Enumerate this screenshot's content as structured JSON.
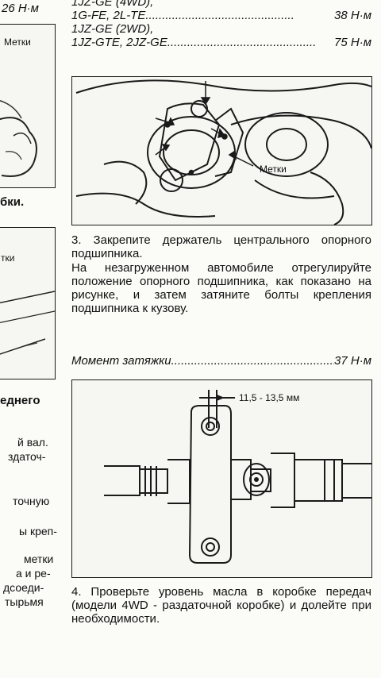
{
  "left_column": {
    "top_value": "26 Н·м",
    "fig1_label": "Метки",
    "heading_fragment": "бки.",
    "fig2_label": "тки",
    "heading_fragment2": "еднего",
    "frag_lines": [
      "й вал.",
      "здаточ-",
      "точную",
      "ы креп-",
      "метки",
      "а и ре-",
      "дсоеди-",
      "тырьмя"
    ]
  },
  "torque_specs": [
    {
      "model": "1JZ-GE (4WD),",
      "dots": "",
      "value": ""
    },
    {
      "model": "1G-FE, 2L-TE",
      "dots": ".............................................",
      "value": "38 Н·м"
    },
    {
      "model": "1JZ-GE (2WD),",
      "dots": "",
      "value": ""
    },
    {
      "model": "1JZ-GTE, 2JZ-GE",
      "dots": ".............................................",
      "value": "75 Н·м"
    }
  ],
  "figure_top_label": "Метки",
  "step3": {
    "title": "3. Закрепите держатель центрального опорного подшипника.",
    "body": "На незагруженном автомобиле отрегулируйте положение опорного подшипника, как показано на рисунке, и затем затяните болты крепления подшипника к кузову.",
    "torque_label": "Момент затяжки",
    "torque_dots": "..................................................",
    "torque_value": "37 Н·м"
  },
  "figure_bearing_label": "11,5 - 13,5 мм",
  "step4": {
    "text": "4. Проверьте уровень масла в коробке передач (модели 4WD - раздаточной коробке) и долейте при необходимости."
  }
}
